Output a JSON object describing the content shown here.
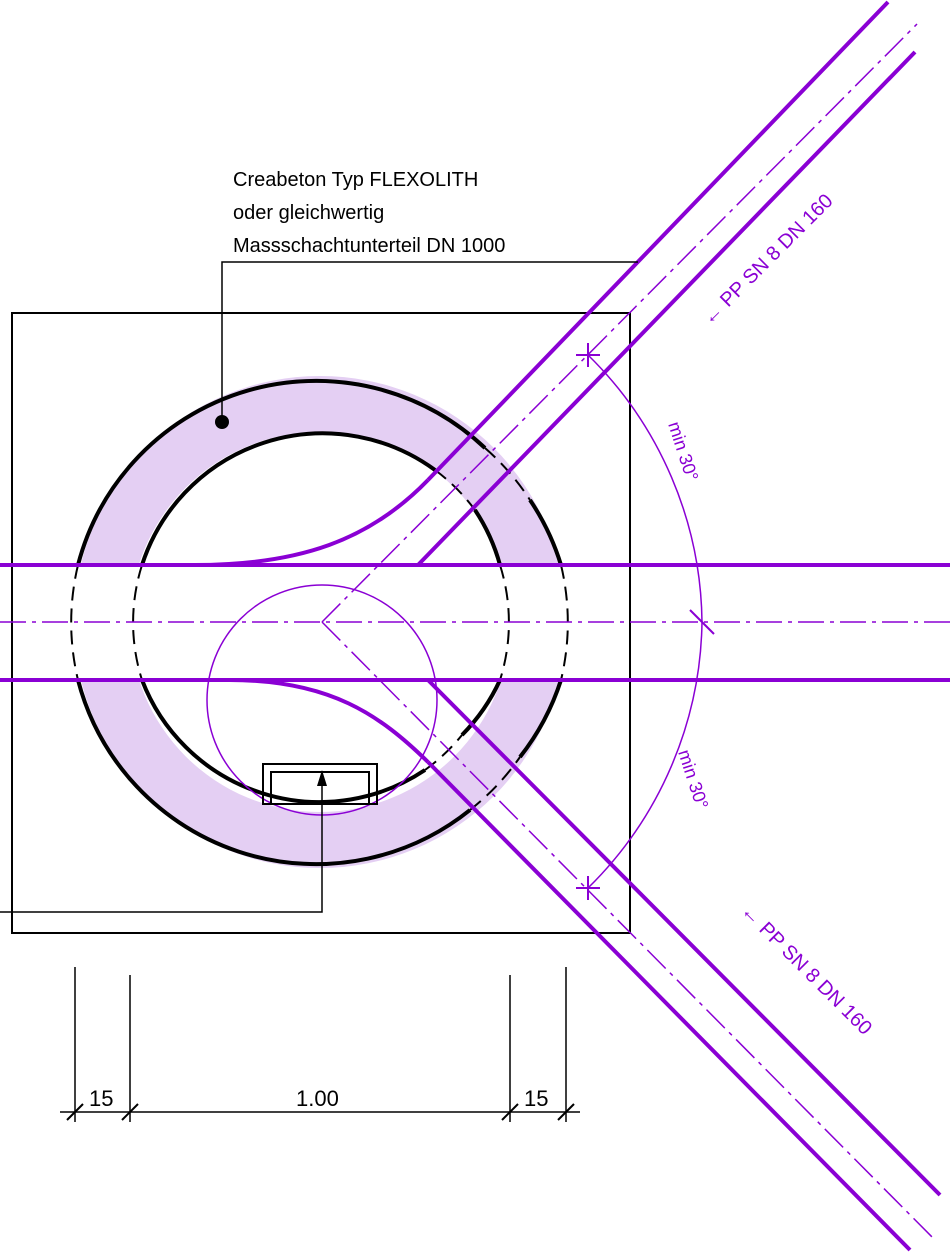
{
  "callout": {
    "line1": "Creabeton Typ FLEXOLITH",
    "line2": "oder gleichwertig",
    "line3": "Massschachtunterteil DN 1000"
  },
  "pipes": {
    "upper_label": "← PP SN 8 DN 160",
    "lower_label": "← PP SN 8 DN 160"
  },
  "angles": {
    "upper": "min 30°",
    "lower": "min 30°"
  },
  "dimensions": {
    "left": "15",
    "middle": "1.00",
    "right": "15"
  },
  "colors": {
    "pipe": "#8a00d4",
    "ring_fill": "#e4cff3",
    "line": "#000000"
  }
}
